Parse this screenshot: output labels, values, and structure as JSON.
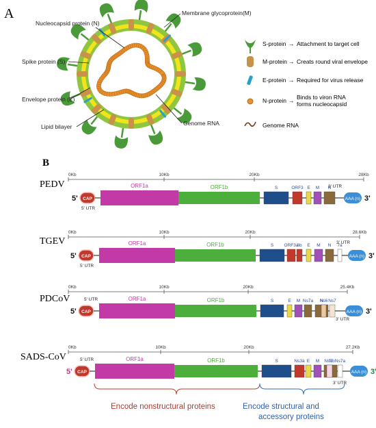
{
  "panel_a": {
    "letter": "A",
    "virion_labels": {
      "nucleocapsid": "Nucleocapsid protein (N)",
      "membrane": "Membrane glycoprotein(M)",
      "spike": "Spike protein (S)",
      "envelope": "Envelope protein (E)",
      "lipid": "Lipid bilayer",
      "genome": "Genome RNA"
    },
    "legend": [
      {
        "icon": "spike-icon",
        "name": "S-protein",
        "desc": "Attachment to target cell"
      },
      {
        "icon": "membrane-protein-icon",
        "name": "M-protein",
        "desc": "Creats round viral envelope"
      },
      {
        "icon": "envelope-protein-icon",
        "name": "E-protein",
        "desc": "Required for virus release"
      },
      {
        "icon": "nucleocapsid-icon",
        "name": "N-protein",
        "desc": "Binds to viron RNA",
        "desc2": "forms nucleocapsid"
      },
      {
        "icon": "rna-strand-icon",
        "name": "Genome RNA",
        "desc": ""
      }
    ],
    "colors": {
      "spike": "#4a9a3a",
      "membrane": "#c8924a",
      "envelope": "#28a0c8",
      "nucleocapsid": "#e8902c",
      "lipid_outer": "#8fc63f",
      "lipid_inner": "#f2e41a"
    }
  },
  "panel_b": {
    "letter": "B",
    "colors": {
      "cap": "#c0392b",
      "orf1a": "#c23aa6",
      "orf1b": "#4caf3c",
      "s": "#1e4f8a",
      "orf3": "#c0392b",
      "e": "#e8d84a",
      "m": "#a050b8",
      "n": "#8a6a3a",
      "polya": "#3a8fd8"
    },
    "genomes": [
      {
        "name": "PEDV",
        "ticks": [
          "0Kb",
          "10Kb",
          "20Kb",
          "28Kb"
        ],
        "cap": "CAP",
        "prime5": "5'",
        "prime3": "3'",
        "utr5": "5' UTR",
        "utr3": "3' UTR",
        "orf1a": "ORF1a",
        "orf1b": "ORF1b",
        "genes": [
          "S",
          "ORF3",
          "E",
          "M",
          "N"
        ],
        "polya": "AAA (n)"
      },
      {
        "name": "TGEV",
        "ticks": [
          "0Kb",
          "10Kb",
          "20Kb",
          "28.6Kb"
        ],
        "cap": "CAP",
        "prime5": "5'",
        "prime3": "3'",
        "utr5": "5' UTR",
        "utr3": "3' UTR",
        "orf1a": "ORF1a",
        "orf1b": "ORF1b",
        "genes": [
          "S",
          "ORF3a",
          "3b",
          "E",
          "M",
          "N",
          "7a"
        ],
        "polya": "AAA (n)"
      },
      {
        "name": "PDCoV",
        "ticks": [
          "0Kb",
          "10Kb",
          "20Kb",
          "25.4Kb"
        ],
        "cap": "CAP",
        "prime5": "5'",
        "prime3": "3'",
        "utr5": "5' UTR",
        "utr3": "3' UTR",
        "orf1a": "ORF1a",
        "orf1b": "ORF1b",
        "genes": [
          "S",
          "E",
          "M",
          "Ns6",
          "N",
          "Ns7a",
          "Ns7"
        ],
        "polya": "AAA (n)"
      },
      {
        "name": "SADS-CoV",
        "ticks": [
          "0Kb",
          "10Kb",
          "20Kb",
          "27.2Kb"
        ],
        "cap": "CAP",
        "prime5": "5'",
        "prime3": "3'",
        "utr5": "5' UTR",
        "utr3": "3' UTR",
        "orf1a": "ORF1a",
        "orf1b": "ORF1b",
        "genes": [
          "S",
          "Ns3a",
          "E",
          "M",
          "N",
          "Ns7a",
          "Ns7b"
        ],
        "polya": "AAA (n)"
      }
    ],
    "brackets": {
      "nonstructural": "Encode nonstructural proteins",
      "structural_1": "Encode structural and",
      "structural_2": "accessory proteins"
    }
  }
}
